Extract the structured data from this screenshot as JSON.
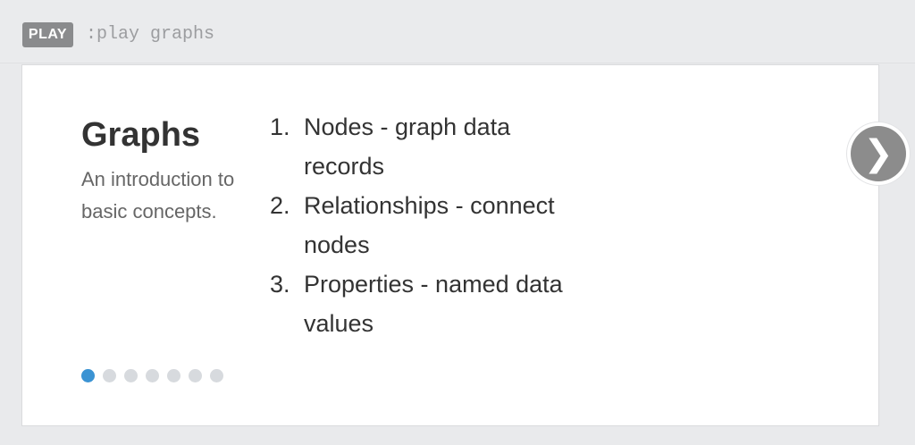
{
  "header": {
    "badge_label": "PLAY",
    "command": ":play graphs"
  },
  "slide": {
    "title": "Graphs",
    "subtitle": "An introduction to basic concepts.",
    "steps": [
      {
        "num": "1.",
        "text": "Nodes - graph data records"
      },
      {
        "num": "2.",
        "text": "Relationships - connect nodes"
      },
      {
        "num": "3.",
        "text": "Properties - named data values"
      }
    ]
  },
  "pagination": {
    "total": 7,
    "current": 1
  },
  "navigation": {
    "next_glyph": "❯",
    "next_icon": "chevron-right-icon"
  },
  "colors": {
    "accent": "#3b93d3",
    "badge": "#8a8b8d",
    "dot_inactive": "#d7dade"
  }
}
